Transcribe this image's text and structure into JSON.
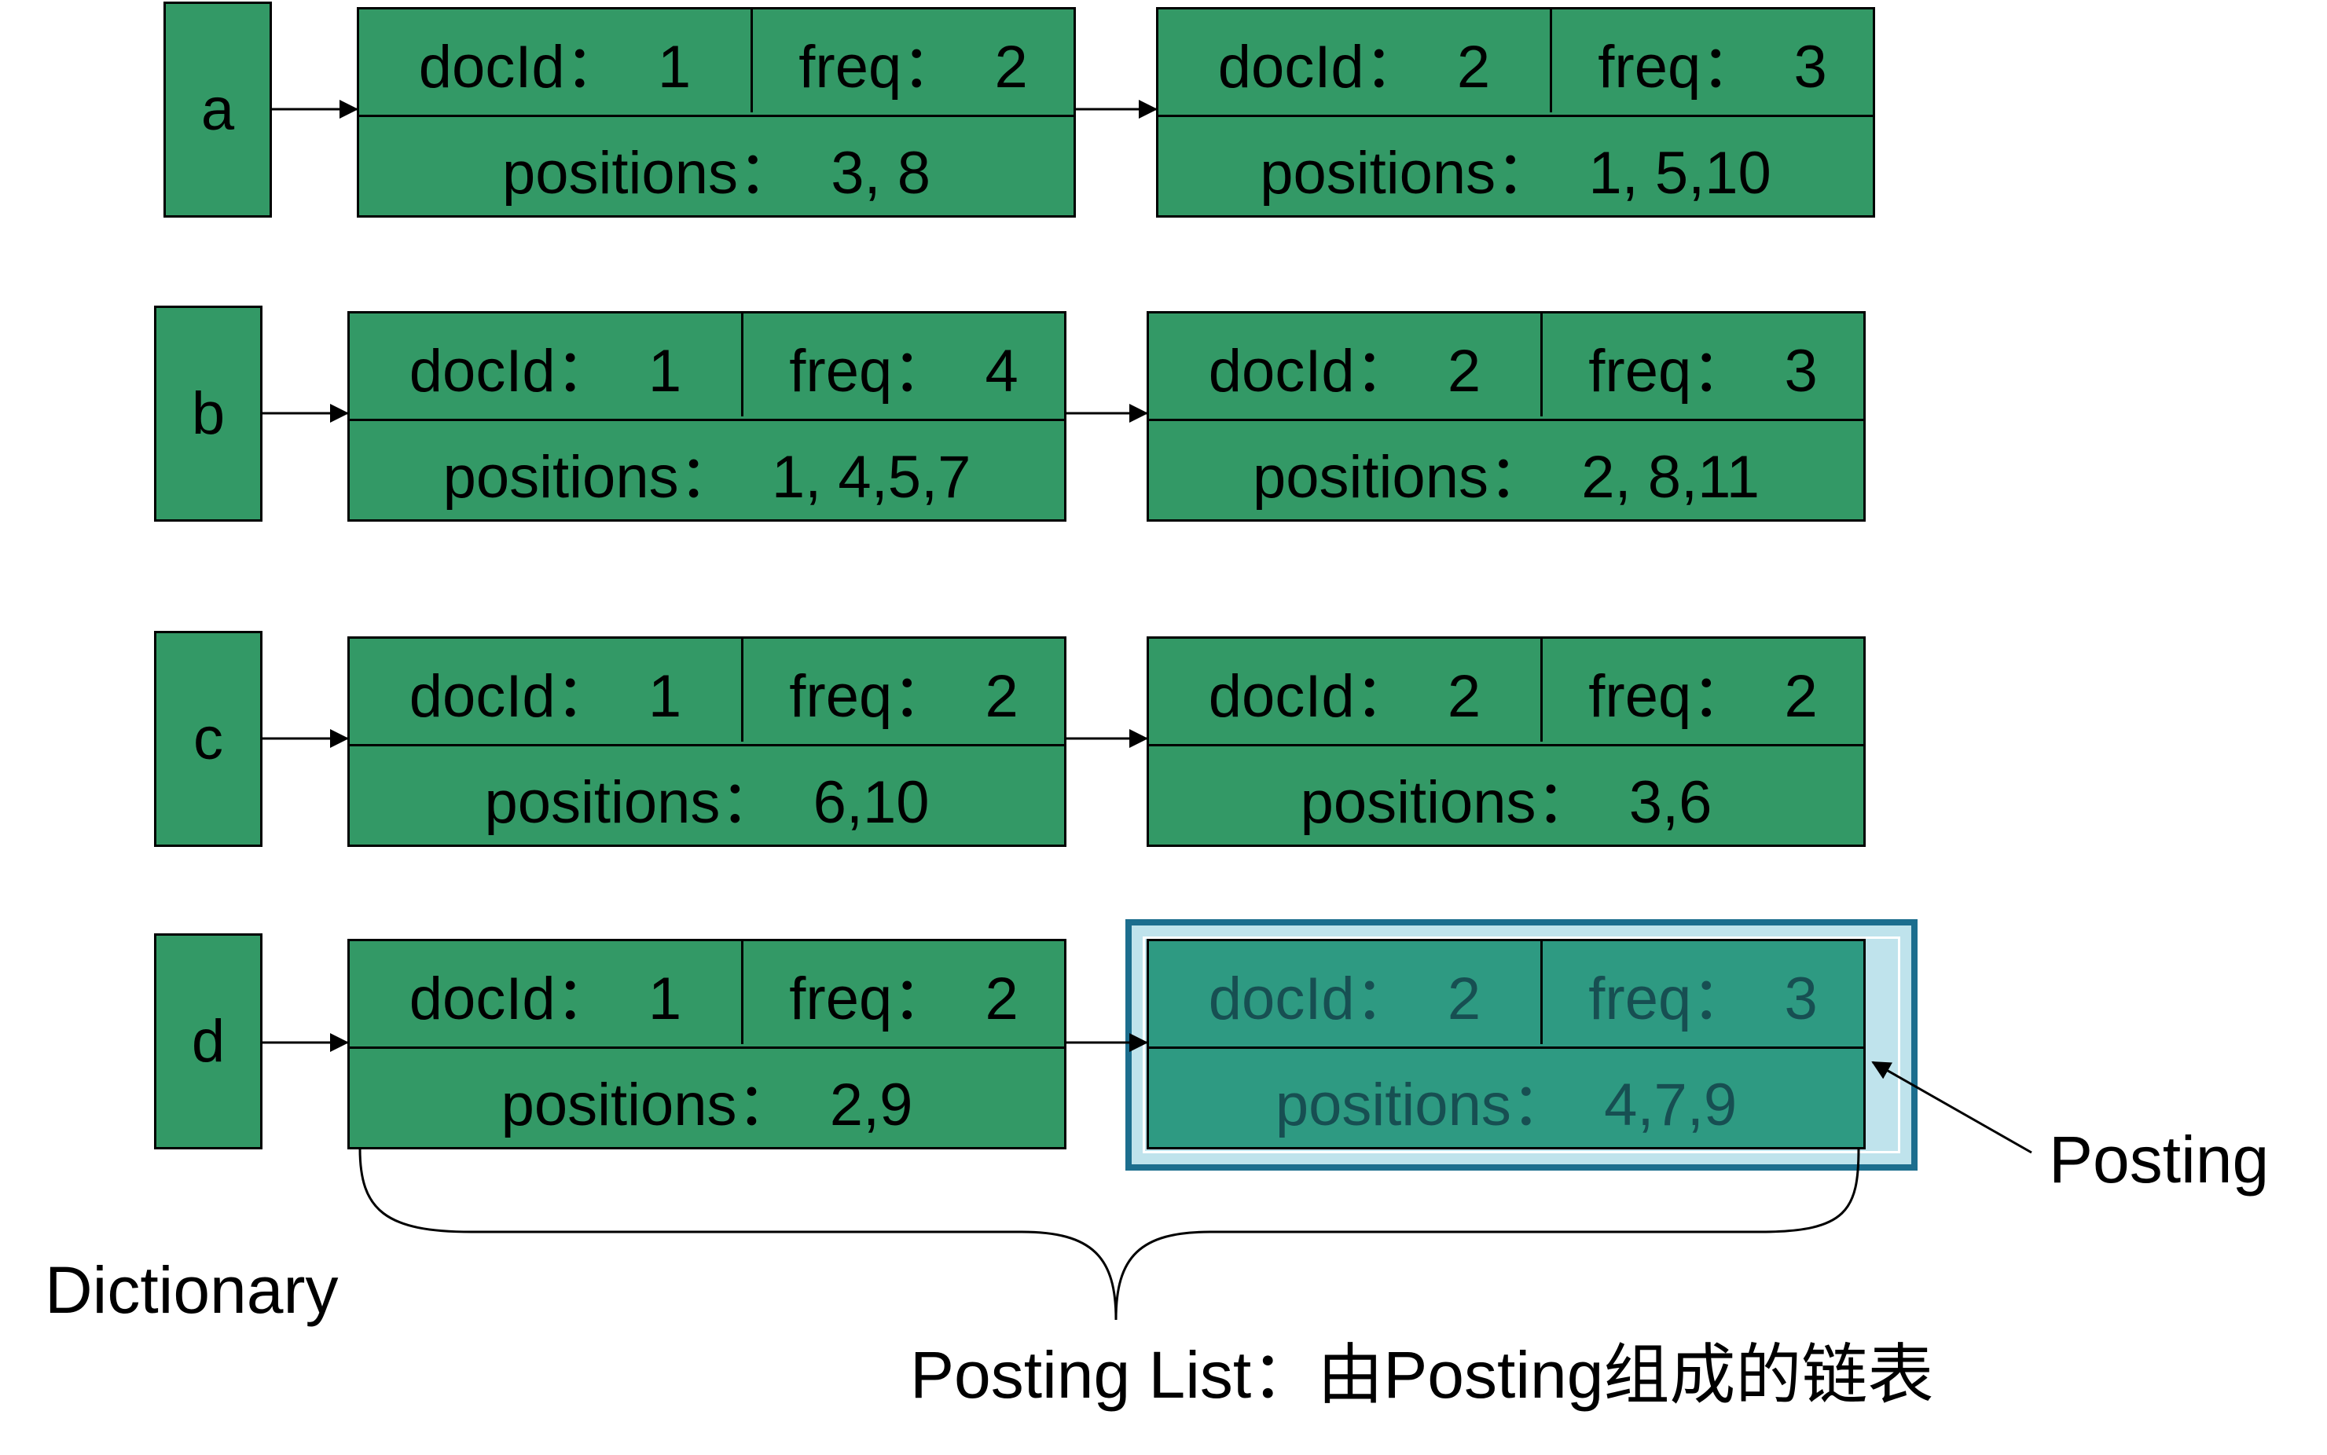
{
  "dictionary_label": "Dictionary",
  "posting_label": "Posting",
  "posting_list_label": "Posting List：由Posting组成的链表",
  "rows": [
    {
      "term": "a",
      "postings": [
        {
          "docId": "docId：  1",
          "freq": "freq：  2",
          "positions": "positions：  3, 8"
        },
        {
          "docId": "docId：  2",
          "freq": "freq：  3",
          "positions": "positions：  1, 5,10"
        }
      ]
    },
    {
      "term": "b",
      "postings": [
        {
          "docId": "docId：  1",
          "freq": "freq：  4",
          "positions": "positions：  1, 4,5,7"
        },
        {
          "docId": "docId：  2",
          "freq": "freq：  3",
          "positions": "positions：  2, 8,11"
        }
      ]
    },
    {
      "term": "c",
      "postings": [
        {
          "docId": "docId：  1",
          "freq": "freq：  2",
          "positions": "positions：  6,10"
        },
        {
          "docId": "docId：  2",
          "freq": "freq：  2",
          "positions": "positions：  3,6"
        }
      ]
    },
    {
      "term": "d",
      "postings": [
        {
          "docId": "docId：  1",
          "freq": "freq：  2",
          "positions": "positions：  2,9"
        },
        {
          "docId": "docId：  2",
          "freq": "freq：  3",
          "positions": "positions：  4,7,9"
        }
      ]
    }
  ],
  "colors": {
    "node_fill": "#339966",
    "highlight_fill": "#2e9a82",
    "highlight_frame": "#1c6e8e",
    "highlight_bg": "#bfe3ec"
  }
}
